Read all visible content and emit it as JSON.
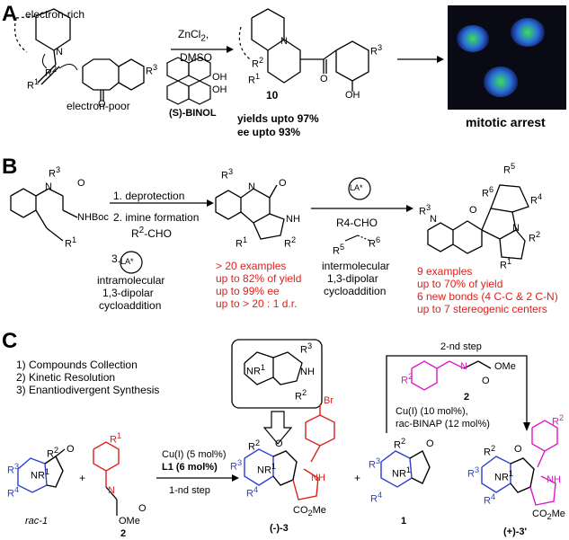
{
  "panel_a": {
    "label": "A",
    "electron_rich": "electron-rich",
    "electron_poor": "electron-poor",
    "reagent_1": "ZnCl",
    "reagent_1_sub": "2",
    "reagent_1_suffix": ",",
    "reagent_2": "DMSO",
    "catalyst": "(S)-BINOL",
    "product_number": "10",
    "yields": "yields upto 97%",
    "ee": "ee upto 93%",
    "outcome": "mitotic arrest",
    "atom_labels": {
      "r1": "R",
      "r2": "R",
      "r3": "R",
      "n": "N",
      "o": "O",
      "oh": "OH",
      "oh2": "OH",
      "ring_n": "N"
    }
  },
  "panel_b": {
    "label": "B",
    "steps": [
      "1. deprotection",
      "2. imine formation",
      "R",
      "3."
    ],
    "aldehyde_sub": "2",
    "aldehyde_suffix": "-CHO",
    "intramolecular": "intramolecular",
    "dipolar_1": "1,3-dipolar",
    "cycloaddition_1": "cycloaddition",
    "lewis_acid": "LA*",
    "red_results_1": [
      "> 20 examples",
      "up to 82% of yield",
      "up to 99% ee",
      "up to > 20 : 1 d.r."
    ],
    "reagent_step2": "R4-CHO",
    "intermolecular": "intermolecular",
    "dipolar_2": "1,3-dipolar",
    "cycloaddition_2": "cycloaddition",
    "red_results_2": [
      "9 examples",
      "up to 70% of yield",
      "6 new bonds (4 C-C & 2 C-N)",
      "up to 7 stereogenic centers"
    ],
    "atom_labels": {
      "nboc": "NHBoc",
      "nh": "NH",
      "n": "N",
      "o": "O",
      "r1": "R",
      "r2": "R",
      "r3": "R",
      "r4": "R",
      "r5": "R",
      "r6": "R"
    }
  },
  "panel_c": {
    "label": "C",
    "strategy": [
      "1) Compounds Collection",
      "2) Kinetic Resolution",
      "3) Enantiodivergent Synthesis"
    ],
    "step1_reagents": [
      "Cu(I)  (5 mol%)",
      "L1 (6 mol%)"
    ],
    "step1_label": "1-nd step",
    "step2_label": "2-nd step",
    "step2_reagents": [
      "Cu(I)  (10 mol%),",
      "rac-BINAP (12 mol%)"
    ],
    "compounds": {
      "rac1": "rac-1",
      "two": "2",
      "minus3": "(-)-3",
      "one": "1",
      "two_b": "2",
      "plus3": "(+)-3'"
    },
    "atom_labels": {
      "br": "Br",
      "nh": "NH",
      "nr1": "NR",
      "co2me": "CO",
      "ome": "OMe",
      "o": "O",
      "n": "N",
      "r1": "R",
      "r2": "R",
      "r3": "R",
      "r4": "R",
      "plus": "+"
    }
  },
  "colors": {
    "red": "#e0201a",
    "blue": "#2a3fd1",
    "magenta": "#e017c9",
    "black": "#000000"
  },
  "image": {
    "cells": "fluorescence micrograph of three cells"
  }
}
